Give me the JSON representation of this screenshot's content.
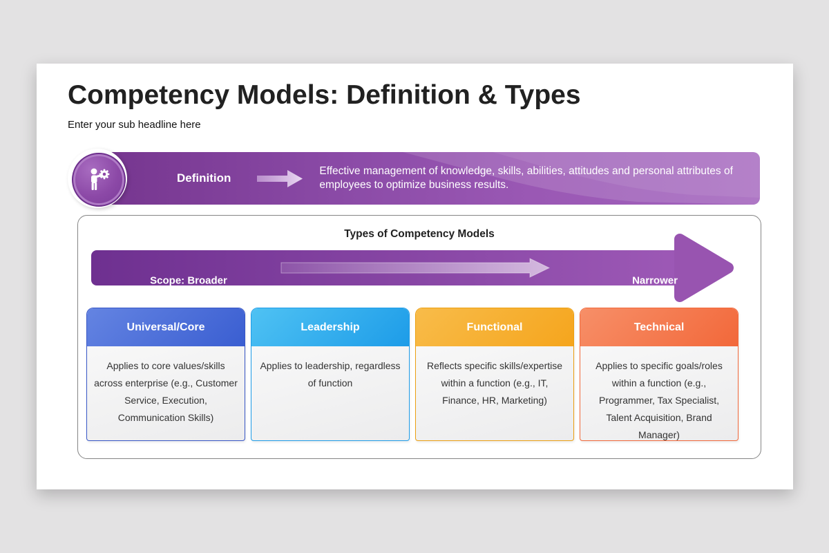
{
  "background_color": "#e3e2e3",
  "slide": {
    "title": "Competency Models: Definition & Types",
    "subtitle": "Enter your sub headline here"
  },
  "definition_banner": {
    "icon": "person-gear-icon",
    "label": "Definition",
    "arrow_icon": "arrow-right-icon",
    "description": "Effective management of knowledge, skills, abilities, attitudes and personal attributes of employees to optimize business results.",
    "colors": {
      "gradient_start": "#76368f",
      "gradient_end": "#a263bd"
    }
  },
  "types_section": {
    "title": "Types of Competency Models",
    "scope_arrow": {
      "left_label": "Scope: Broader",
      "right_label": "Narrower",
      "gradient_start": "#6e3090",
      "gradient_end": "#9d59b6"
    },
    "cards": [
      {
        "title": "Universal/Core",
        "description": "Applies to core values/skills across enterprise (e.g., Customer Service, Execution, Communication Skills)",
        "header_from": "#6484e2",
        "header_to": "#3a5ed1",
        "border": "#3756c6"
      },
      {
        "title": "Leadership",
        "description": "Applies to leadership, regardless of function",
        "header_from": "#4fc2f3",
        "header_to": "#1d9ce8",
        "border": "#1d9ce8"
      },
      {
        "title": "Functional",
        "description": "Reflects specific skills/expertise within a function (e.g., IT, Finance, HR, Marketing)",
        "header_from": "#f8bc4a",
        "header_to": "#f5a51d",
        "border": "#ec9f10"
      },
      {
        "title": "Technical",
        "description": "Applies to specific goals/roles within a function (e.g., Programmer, Tax Specialist, Talent Acquisition, Brand Manager)",
        "header_from": "#f78f68",
        "header_to": "#f2683a",
        "border": "#f2683a"
      }
    ]
  }
}
